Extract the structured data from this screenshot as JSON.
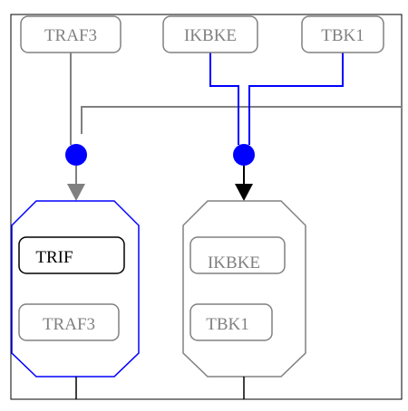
{
  "nodes": {
    "traf3_top": {
      "label": "TRAF3",
      "stroke": "#808080",
      "text_color": "#808080"
    },
    "ikbke_top": {
      "label": "IKBKE",
      "stroke": "#808080",
      "text_color": "#808080"
    },
    "tbk1_top": {
      "label": "TBK1",
      "stroke": "#808080",
      "text_color": "#808080"
    },
    "trif": {
      "label": "TRIF",
      "stroke": "#000000",
      "text_color": "#000000"
    },
    "traf3_complex": {
      "label": "TRAF3",
      "stroke": "#808080",
      "text_color": "#808080"
    },
    "ikbke_complex": {
      "label": "IKBKE",
      "stroke": "#808080",
      "text_color": "#808080"
    },
    "tbk1_complex": {
      "label": "TBK1",
      "stroke": "#808080",
      "text_color": "#808080"
    }
  },
  "complexes": {
    "left": {
      "members": [
        "TRIF",
        "TRAF3"
      ],
      "stroke": "#0000ff"
    },
    "right": {
      "members": [
        "IKBKE",
        "TBK1"
      ],
      "stroke": "#808080"
    }
  },
  "edges": [
    {
      "from": "TRAF3",
      "to": "left complex",
      "color": "#808080",
      "arrow": "open-triangle"
    },
    {
      "from": "IKBKE",
      "to": "right complex",
      "color": "#0000ff",
      "arrow": "none"
    },
    {
      "from": "TBK1",
      "to": "right complex",
      "color": "#0000ff",
      "arrow": "none"
    },
    {
      "from": "junction",
      "to": "right complex",
      "color": "#000000",
      "arrow": "filled-triangle"
    }
  ],
  "colors": {
    "junction_dot": "#0000ff",
    "frame": "#000000",
    "gray_line": "#808080",
    "blue_line": "#0000ff"
  }
}
